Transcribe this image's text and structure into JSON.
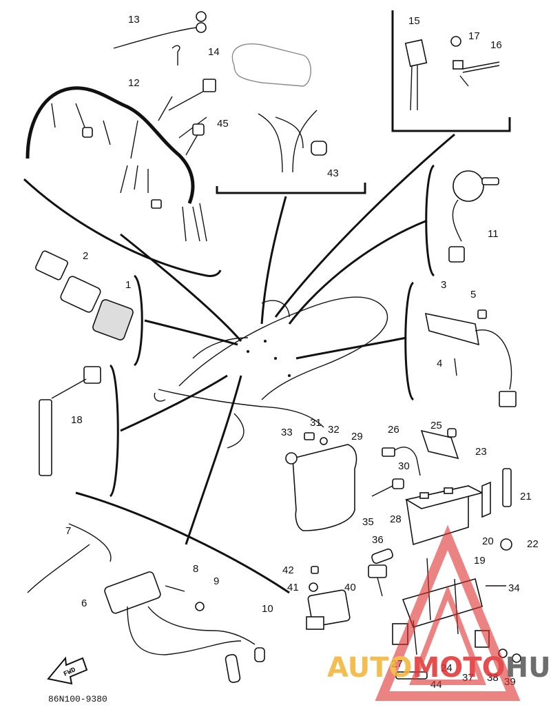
{
  "diagram_code": "86N100-9380",
  "fwd_label": "FWD",
  "watermark": {
    "part1": "AUTO",
    "part2": "MOTO",
    "part3": "HUB",
    "color1": "#f2b233",
    "color2": "#e03030",
    "color3": "#555555"
  },
  "callouts": [
    "1",
    "2",
    "3",
    "4",
    "5",
    "6",
    "7",
    "8",
    "9",
    "10",
    "11",
    "12",
    "13",
    "14",
    "15",
    "16",
    "17",
    "18",
    "19",
    "20",
    "21",
    "22",
    "23",
    "24",
    "25",
    "26",
    "27",
    "28",
    "29",
    "30",
    "31",
    "32",
    "33",
    "34",
    "35",
    "36",
    "37",
    "38",
    "39",
    "40",
    "41",
    "42",
    "43",
    "44",
    "45"
  ]
}
